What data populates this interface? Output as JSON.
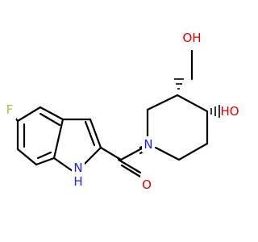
{
  "molecule": {
    "colors": {
      "bond": "#000000",
      "oxygen": "#e00000",
      "nitrogen": "#2020ff",
      "fluorine": "#99cc33"
    },
    "atoms": {
      "oh_top": "OH",
      "oh_right": "HO",
      "n_piperidine": "N",
      "f": "F",
      "n_indole": "N",
      "h_indole": "H",
      "o_carbonyl": "O"
    }
  }
}
